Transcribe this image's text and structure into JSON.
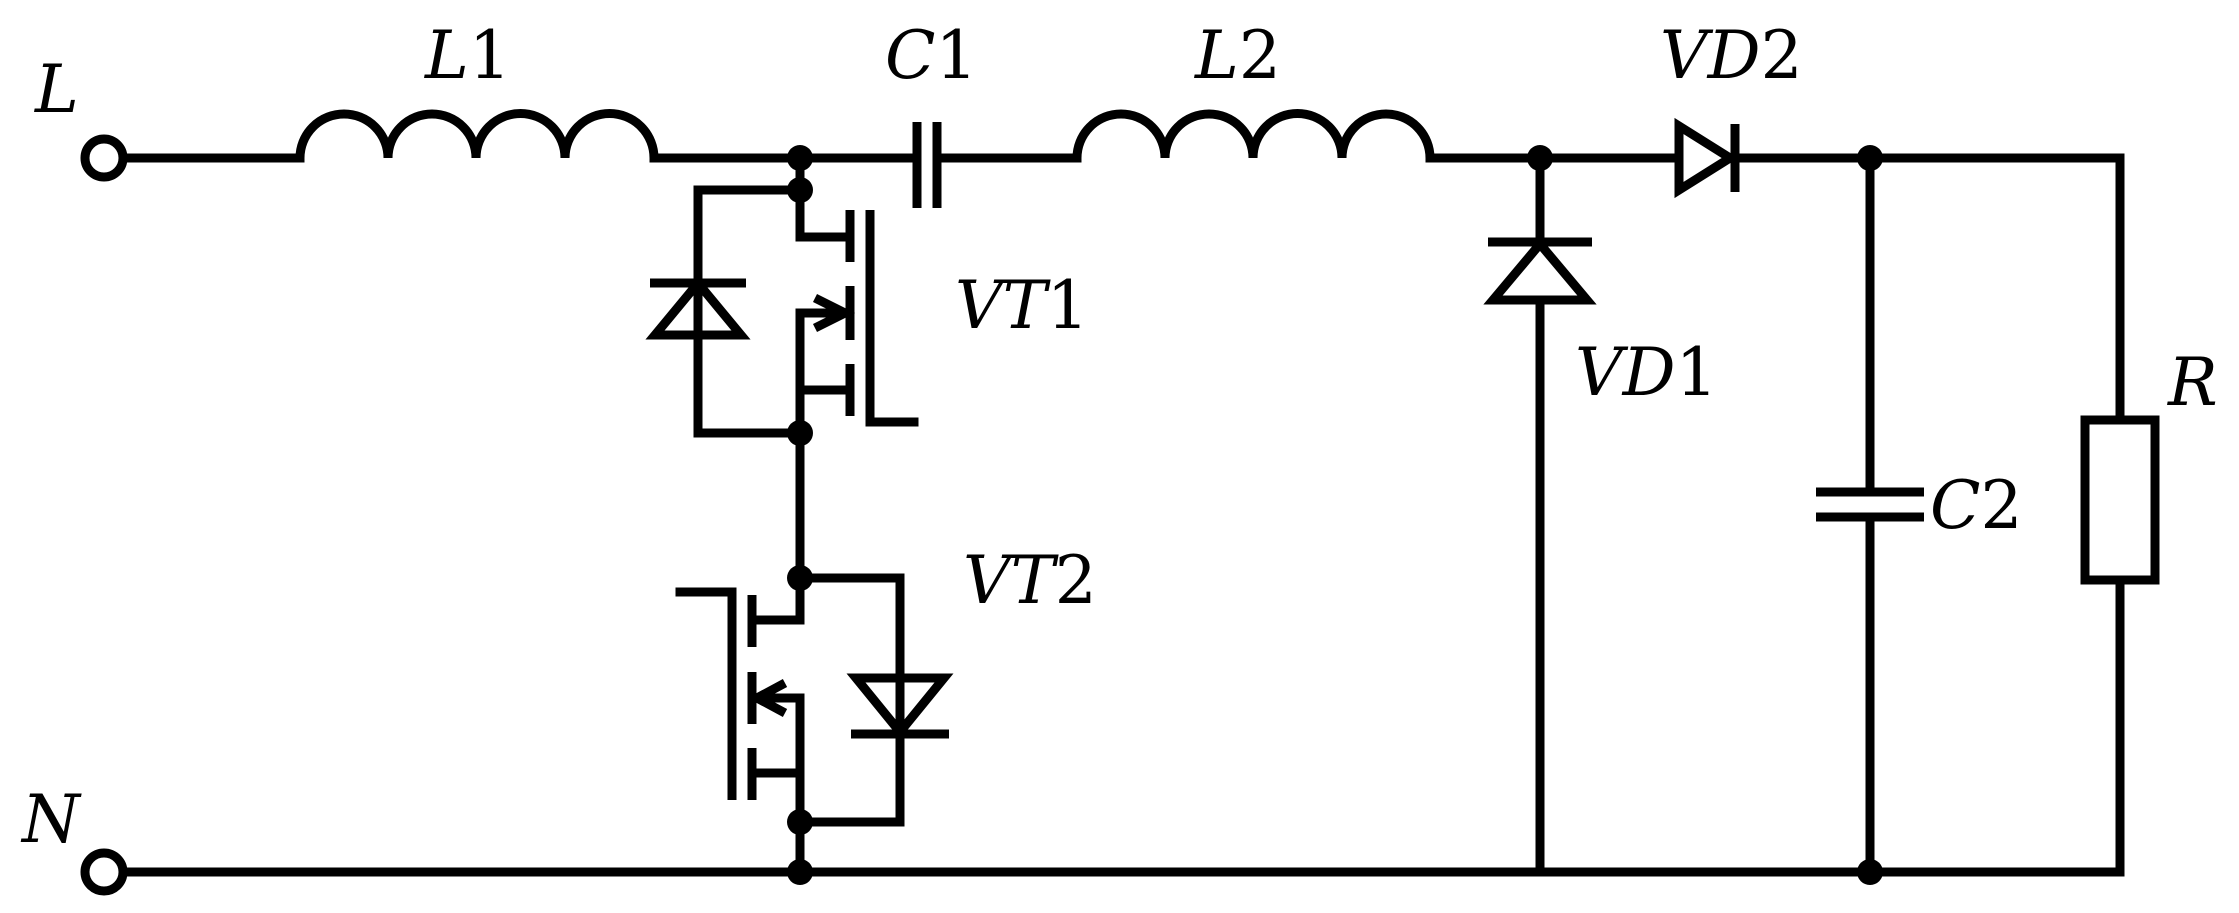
{
  "labels": {
    "line": "L",
    "neutral": "N",
    "l1": {
      "sym": "L",
      "idx": "1"
    },
    "c1": {
      "sym": "C",
      "idx": "1"
    },
    "l2": {
      "sym": "L",
      "idx": "2"
    },
    "vd2": {
      "sym": "VD",
      "idx": "2"
    },
    "vt1": {
      "sym": "VT",
      "idx": "1"
    },
    "vt2": {
      "sym": "VT",
      "idx": "2"
    },
    "vd1": {
      "sym": "VD",
      "idx": "1"
    },
    "c2": {
      "sym": "C",
      "idx": "2"
    },
    "r": "R"
  }
}
